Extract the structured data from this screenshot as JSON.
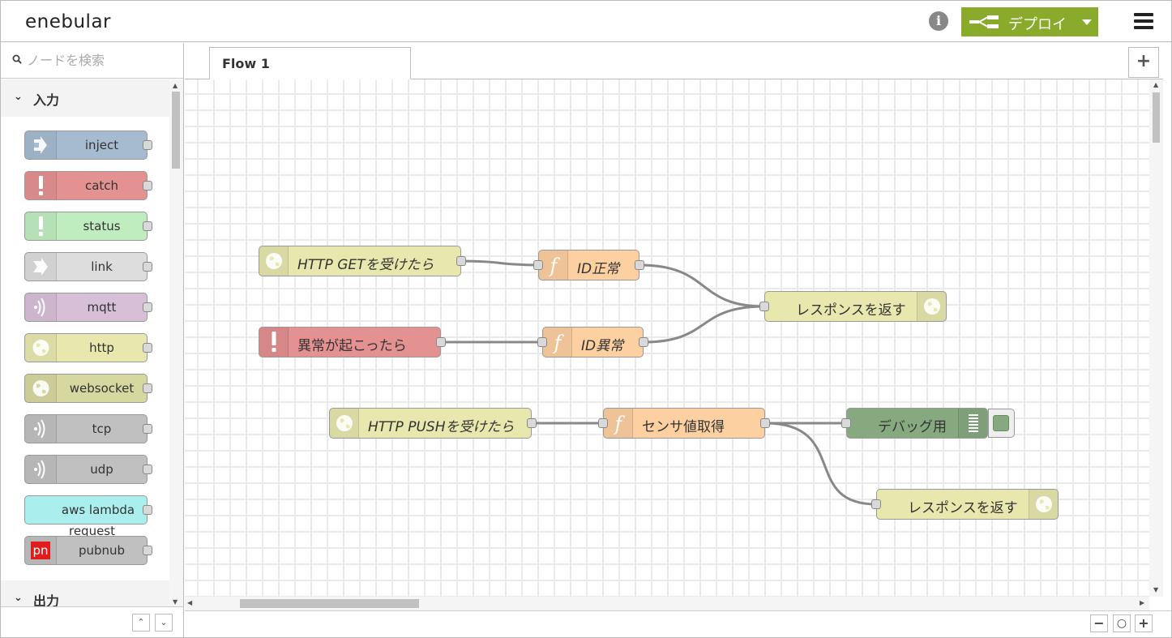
{
  "header": {
    "logo": "enebular",
    "deploy_label": "デプロイ",
    "icons": {
      "info": "info-icon",
      "deploy": "deploy-icon",
      "menu": "hamburger-menu-icon"
    }
  },
  "palette": {
    "search_placeholder": "ノードを検索",
    "categories": [
      {
        "label": "入力",
        "expanded": true
      },
      {
        "label": "出力",
        "expanded": true
      }
    ],
    "input_nodes": [
      {
        "label": "inject",
        "color": "#a6bbcf",
        "icon": "inject-arrow-icon"
      },
      {
        "label": "catch",
        "color": "#e49191",
        "icon": "alert-icon"
      },
      {
        "label": "status",
        "color": "#c0edc0",
        "icon": "alert-icon"
      },
      {
        "label": "link",
        "color": "#dddddd",
        "icon": "link-in-icon"
      },
      {
        "label": "mqtt",
        "color": "#d8bfd8",
        "icon": "bridge-icon"
      },
      {
        "label": "http",
        "color": "#e7e7ae",
        "icon": "globe-icon"
      },
      {
        "label": "websocket",
        "color": "#d7d7a0",
        "icon": "globe-icon"
      },
      {
        "label": "tcp",
        "color": "#c0c0c0",
        "icon": "bridge-icon"
      },
      {
        "label": "udp",
        "color": "#c0c0c0",
        "icon": "bridge-icon"
      },
      {
        "label": "aws lambda",
        "sublabel": "request",
        "color": "#aaeeee"
      },
      {
        "label": "pubnub",
        "color": "#c0c0c0",
        "icon": "pubnub-icon",
        "icon_text": "pn"
      }
    ]
  },
  "workspace": {
    "tab_label": "Flow 1",
    "add_tab": "+",
    "zoom_out": "−",
    "zoom_reset": "○",
    "zoom_in": "+"
  },
  "flow": {
    "nodes": {
      "http_get": "HTTP GETを受けたら",
      "id_ok": "ID正常",
      "response1": "レスポンスを返す",
      "catch": "異常が起こったら",
      "id_err": "ID異常",
      "http_push": "HTTP PUSHを受けたら",
      "sensor": "センサ値取得",
      "debug": "デバッグ用",
      "response2": "レスポンスを返す"
    }
  }
}
